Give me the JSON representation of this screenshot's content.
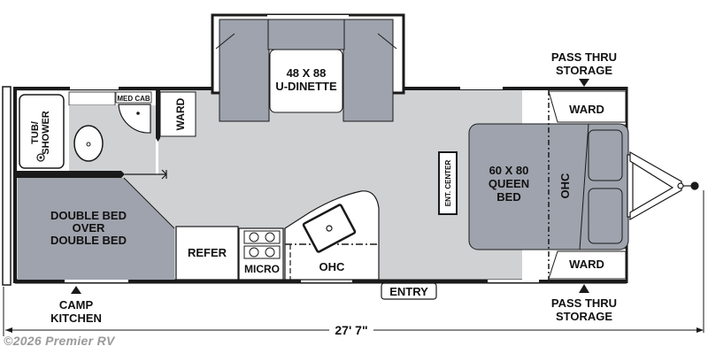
{
  "colors": {
    "floor": "#d0d1d3",
    "bed_fill": "#9ea3ad",
    "cushion_fill": "#9ea3ad",
    "wall": "#1a1a1a",
    "cabinet": "#ffffff",
    "watermark": "#9a9a9a"
  },
  "labels": {
    "dinette_size": "48 X 88",
    "dinette_name": "U-DINETTE",
    "tub_shower_1": "TUB/",
    "tub_shower_2": "SHOWER",
    "med_cab": "MED CAB",
    "ward_bath": "WARD",
    "bunk_1": "DOUBLE BED",
    "bunk_2": "OVER",
    "bunk_3": "DOUBLE BED",
    "refer": "REFER",
    "micro": "MICRO",
    "ohc_kitchen": "OHC",
    "ent_center": "ENT. CENTER",
    "queen_1": "60 X 80",
    "queen_2": "QUEEN",
    "queen_3": "BED",
    "ohc_bed": "OHC",
    "ward_top": "WARD",
    "ward_bottom": "WARD",
    "entry": "ENTRY",
    "pass_thru_top_1": "PASS THRU",
    "pass_thru_top_2": "STORAGE",
    "pass_thru_bottom_1": "PASS THRU",
    "pass_thru_bottom_2": "STORAGE",
    "camp_kitchen_1": "CAMP",
    "camp_kitchen_2": "KITCHEN",
    "overall_length": "27' 7\""
  },
  "watermark": "©2026 Premier RV"
}
